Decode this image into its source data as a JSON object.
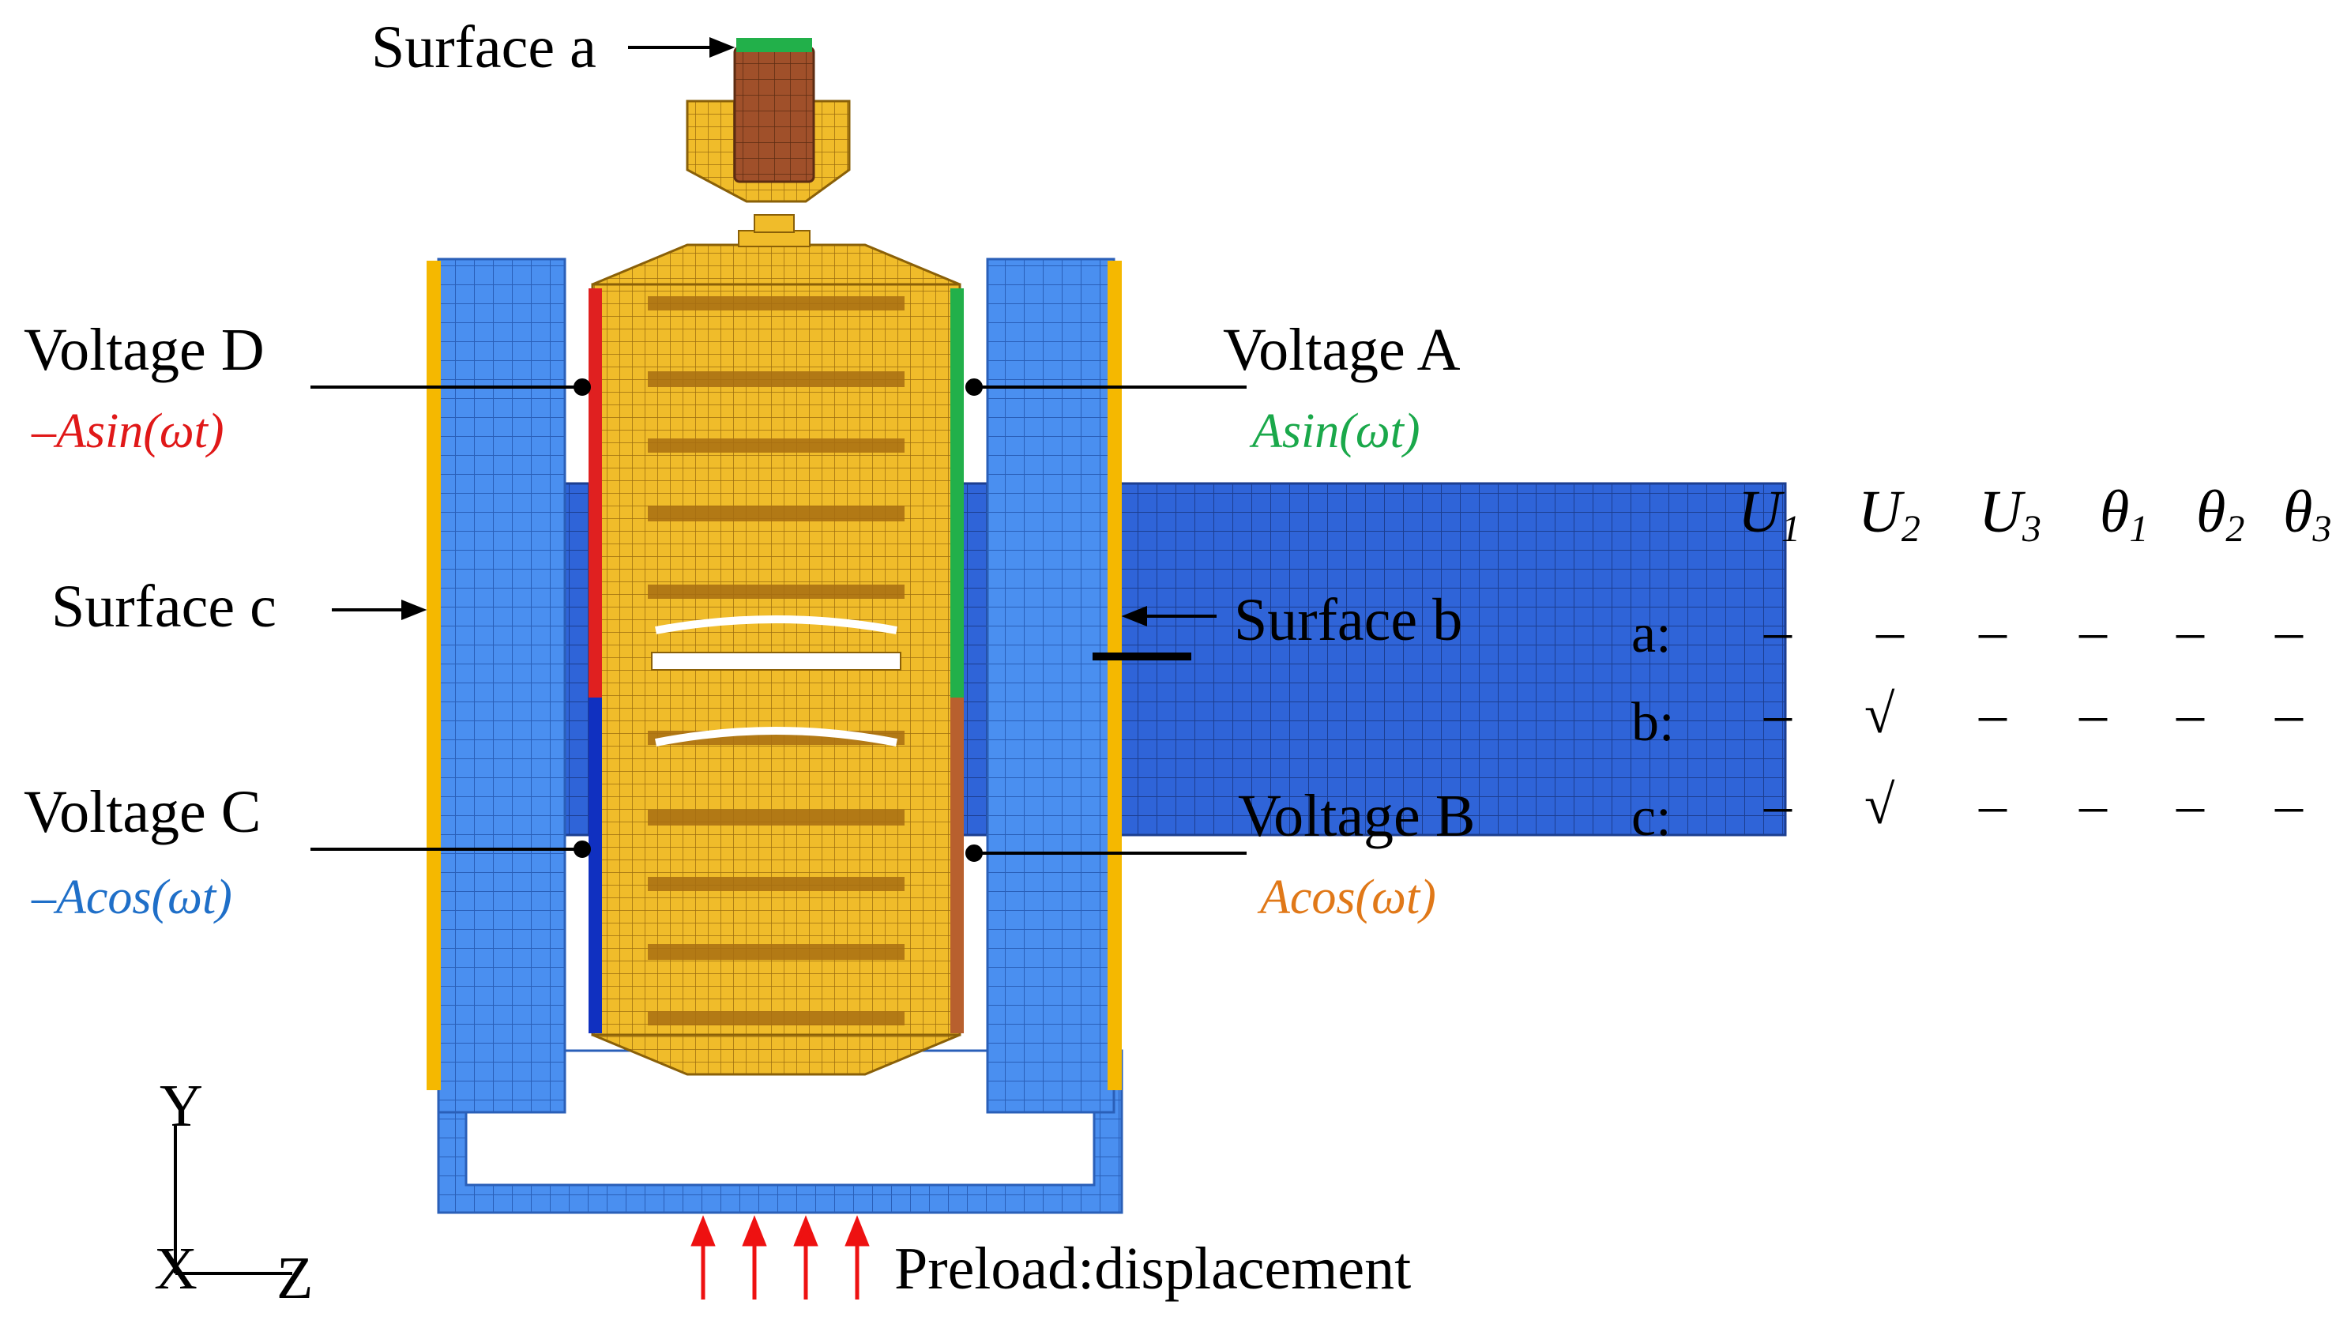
{
  "labels": {
    "surface_a": "Surface a",
    "surface_b": "Surface b",
    "surface_c": "Surface c",
    "voltage_a": "Voltage A",
    "voltage_b": "Voltage B",
    "voltage_c": "Voltage C",
    "voltage_d": "Voltage D",
    "formula_a": "Asin(ωt)",
    "formula_b": "Acos(ωt)",
    "formula_c": "–Acos(ωt)",
    "formula_d": "–Asin(ωt)",
    "preload": "Preload:displacement",
    "axis_y": "Y",
    "axis_x": "X",
    "axis_z": "Z"
  },
  "colors": {
    "blue_mesh": "#4a8ff0",
    "gold": "#e8b21a",
    "yellow_strip": "#f5b800",
    "green_electrode": "#22b04a",
    "red_electrode": "#e02020",
    "blue_electrode": "#1030c0",
    "brown_electrode": "#b8602e",
    "rod_brown": "#a0502a",
    "formula_a": "#1aa84a",
    "formula_b": "#e07818",
    "formula_c": "#1f6fc8",
    "formula_d": "#e01818",
    "arrow_red": "#ee1111"
  },
  "constraint_table": {
    "headers": [
      {
        "sym": "U",
        "sub": "1"
      },
      {
        "sym": "U",
        "sub": "2"
      },
      {
        "sym": "U",
        "sub": "3"
      },
      {
        "sym": "θ",
        "sub": "1"
      },
      {
        "sym": "θ",
        "sub": "2"
      },
      {
        "sym": "θ",
        "sub": "3"
      }
    ],
    "rows": [
      {
        "label": "a:",
        "cells": [
          "–",
          "–",
          "–",
          "–",
          "–",
          "–"
        ]
      },
      {
        "label": "b:",
        "cells": [
          "–",
          "√",
          "–",
          "–",
          "–",
          "–"
        ]
      },
      {
        "label": "c:",
        "cells": [
          "–",
          "√",
          "–",
          "–",
          "–",
          "–"
        ]
      }
    ]
  }
}
